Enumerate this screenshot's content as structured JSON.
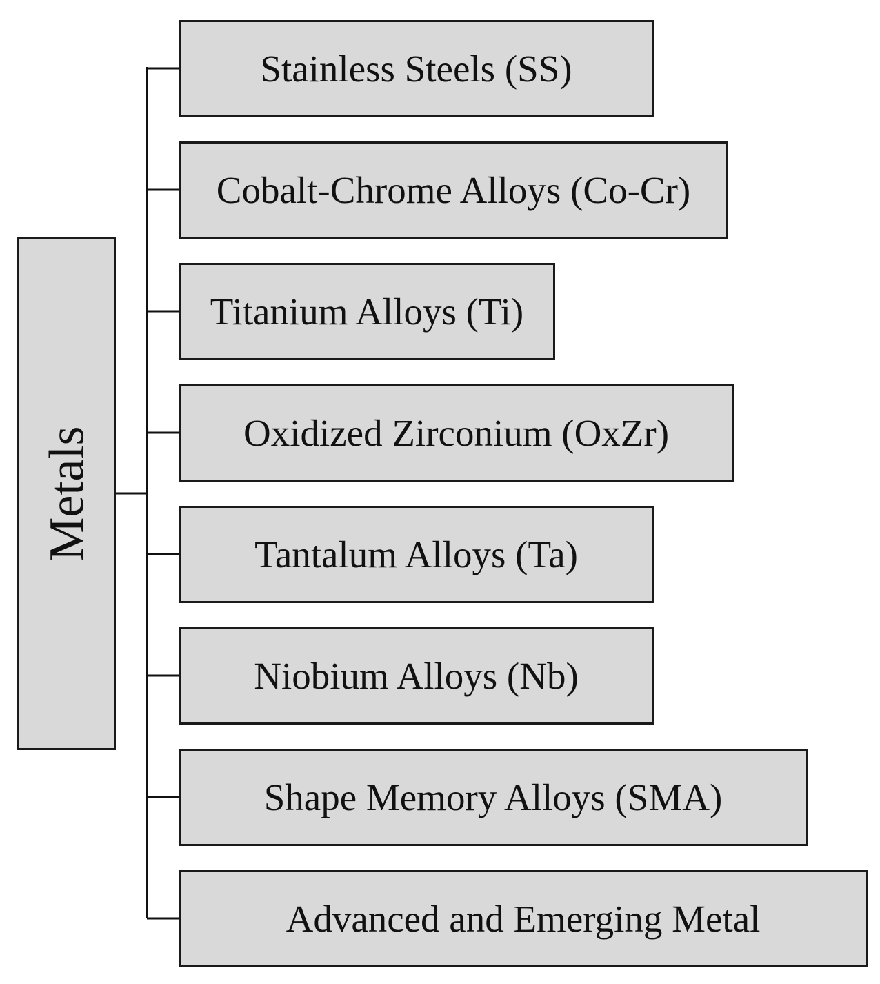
{
  "root": {
    "label": "Metals"
  },
  "children": [
    {
      "label": "Stainless Steels (SS)"
    },
    {
      "label": "Cobalt-Chrome Alloys (Co-Cr)"
    },
    {
      "label": "Titanium Alloys (Ti)"
    },
    {
      "label": "Oxidized Zirconium (OxZr)"
    },
    {
      "label": "Tantalum Alloys (Ta)"
    },
    {
      "label": "Niobium Alloys (Nb)"
    },
    {
      "label": "Shape Memory Alloys (SMA)"
    },
    {
      "label": "Advanced and Emerging Metal"
    }
  ],
  "colors": {
    "box_fill": "#d9d9d9",
    "box_border": "#1a1a1a",
    "connector": "#111111",
    "text": "#111111"
  }
}
